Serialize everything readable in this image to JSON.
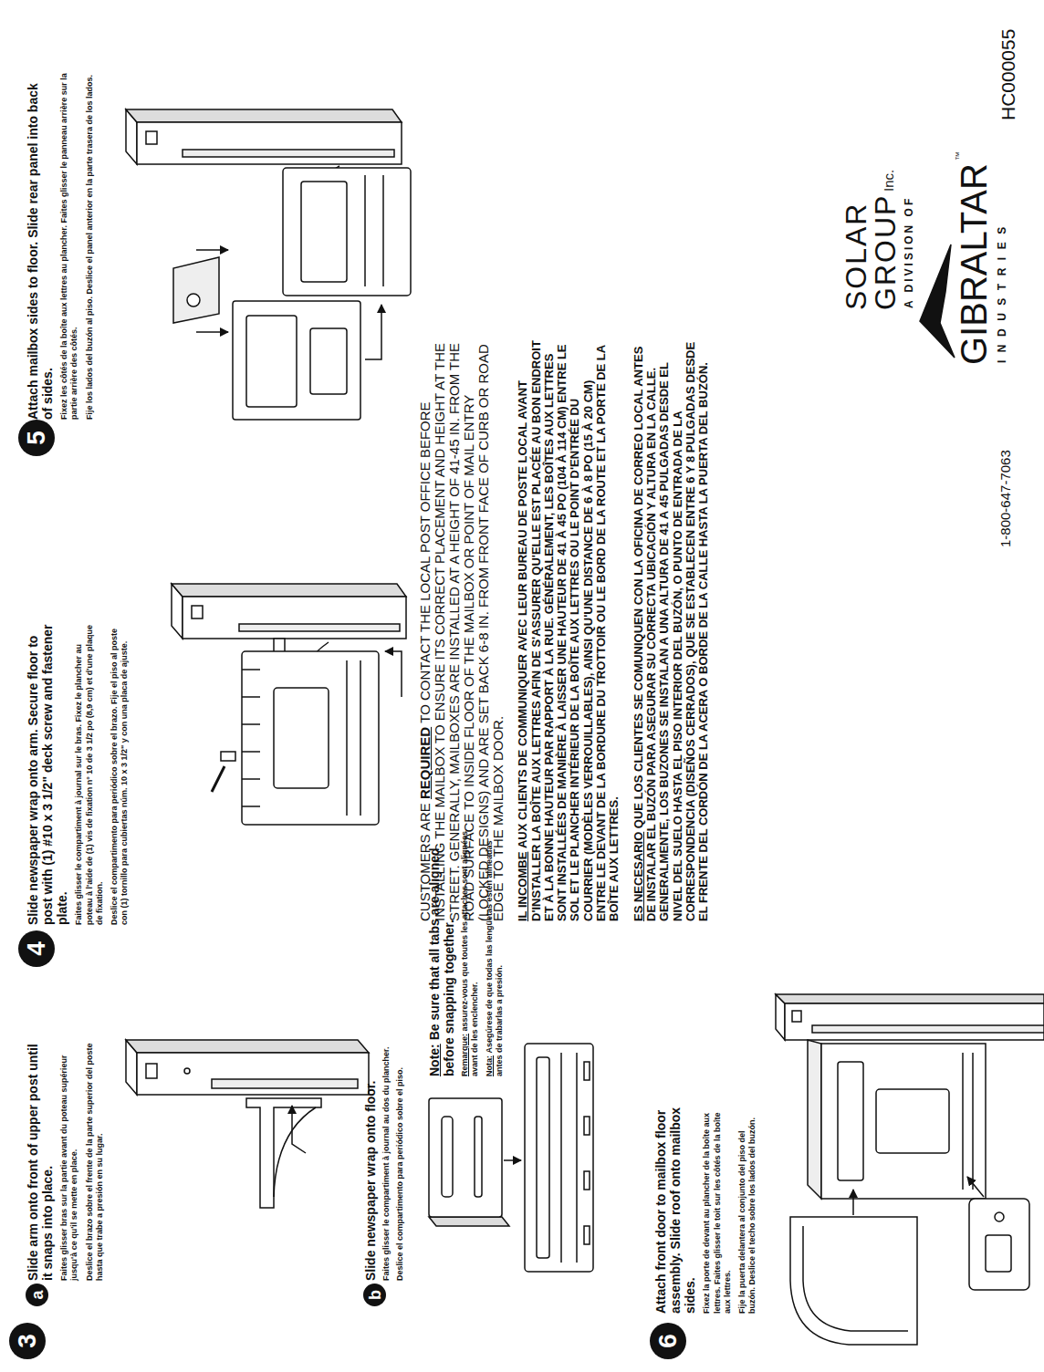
{
  "diagram": {
    "nodes": [
      {
        "text": [
          "3"
        ]
      },
      {
        "text": [
          "a"
        ]
      },
      {
        "text": [
          "b"
        ]
      },
      {
        "text": [
          "6"
        ]
      },
      {
        "text": [
          "4"
        ]
      },
      {
        "text": [
          "5"
        ]
      }
    ],
    "labels": [
      "Slide arm onto front of upper post until it snaps into place.",
      "Faites glisser bras sur la partie avant du poteau supérieur jusqu'à ce qu'il se mette en place.",
      "Deslice el brazo sobre el frente de la parte superior del poste hasta que trabe a presión en su lugar.",
      "Slide newspaper wrap onto floor.",
      "Faites glisser le compartiment à journal au dos du plancher.",
      "Deslice el compartimento para periódico sobre el piso.",
      "Note:",
      "Be sure that all tabs are aligned before snapping together.",
      "Remarque:",
      "assurez-vous que toutes les attaches sont alignées avant de les enclencher.",
      "Nota:",
      "Asegúrese de que todas las lengüetas estén alineadas antes de trabarlas a presión.",
      "Attach front door to mailbox floor assembly. Slide roof onto mailbox sides.",
      "Fixez la porte de devant au plancher de la boîte aux lettres. Faites glisser le toit sur les côtés de la boîte aux lettres.",
      "Fije la puerta delantera al conjunto del piso del buzón. Deslice el techo sobre los lados del buzón.",
      "Slide newspaper wrap onto arm. Secure floor to post with (1) #10 x 3 1/2\" deck screw and fastener plate.",
      "Faites glisser le compartiment à journal sur le bras. Fixez le plancher au poteau à l'aide de (1) vis de fixation n° 10 de 3 1/2 po (8,9 cm) et d'une plaque de fixation.",
      "Deslice el compartimento para periódico sobre el brazo. Fije el piso al poste con (1) tornillo para cubiertas núm. 10 x 3 1/2\" y con una placa de ajuste.",
      "CUSTOMERS ARE",
      "REQUIRED",
      "TO CONTACT THE LOCAL POST OFFICE BEFORE INSTALLING THE MAILBOX TO ENSURE ITS CORRECT PLACEMENT AND HEIGHT AT THE STREET. GENERALLY, MAILBOXES ARE INSTALLED AT A HEIGHT OF 41-45 IN. FROM THE ROAD SURFACE TO INSIDE FLOOR OF THE MAILBOX OR POINT OF MAIL ENTRY (LOCKED DESIGNS) AND ARE SET BACK 6-8 IN. FROM FRONT FACE OF CURB OR ROAD EDGE TO THE MAILBOX DOOR.",
      "IL INCOMBE",
      "AUX CLIENTS DE COMMUNIQUER AVEC LEUR BUREAU DE POSTE LOCAL AVANT D'INSTALLER LA BOÎTE AUX LETTRES AFIN DE S'ASSURER QU'ELLE EST PLACÉE AU BON ENDROIT ET À LA BONNE HAUTEUR PAR RAPPORT À LA RUE. GÉNÉRALEMENT, LES BOÎTES AUX LETTRES SONT INSTALLÉES DE MANIÈRE À LAISSER UNE HAUTEUR DE 41 À 45 PO (104 À 114 CM) ENTRE LE SOL ET LE PLANCHER INTÉRIEUR DE LA BOÎTE AUX LETTRES OU LE POINT D'ENTRÉE DU COURRIER (MODÈLES VERROUILLABLES), AINSI QU'UNE DISTANCE DE 6 À 8 PO (15 À 20 CM) ENTRE LE DEVANT DE LA BORDURE DU TROTTOIR OU LE BORD DE LA ROUTE ET LA PORTE DE LA BOÎTE AUX LETTRES.",
      "ES NECESARIO",
      "QUE LOS CLIENTES SE COMUNIQUEN CON LA OFICINA DE CORREO LOCAL ANTES DE INSTALAR EL BUZÓN PARA ASEGURAR SU CORRECTA UBICACIÓN Y ALTURA EN LA CALLE. GENERALMENTE, LOS BUZONES SE INSTALAN A UNA ALTURA DE 41 A 45 PULGADAS DESDE EL NIVEL DEL SUELO HASTA EL PISO INTERIOR DEL BUZÓN, O PUNTO DE ENTRADA DE LA CORRESPONDENCIA (DISEÑOS CERRADOS), QUE SE ESTABLECEN ENTRE 6 Y 8 PULGADAS DESDE EL FRENTE DEL CORDÓN DE LA ACERA O BORDE DE LA CALLE HASTA LA PUERTA DEL BUZÓN.",
      "Attach mailbox sides to floor. Slide rear panel into back of sides.",
      "Fixez les côtés de la boîte aux lettres au plancher. Faites glisser le panneau arrière sur la partie arrière des côtés.",
      "Fije los lados del buzón al piso. Deslice el panel anterior en la parte trasera de los lados.",
      "SOLAR",
      "GROUP",
      "Inc.",
      "A DIVISION OF",
      "GIBRALTAR",
      "™",
      "INDUSTRIES",
      "1-800-647-7063",
      "HC000055"
    ]
  }
}
